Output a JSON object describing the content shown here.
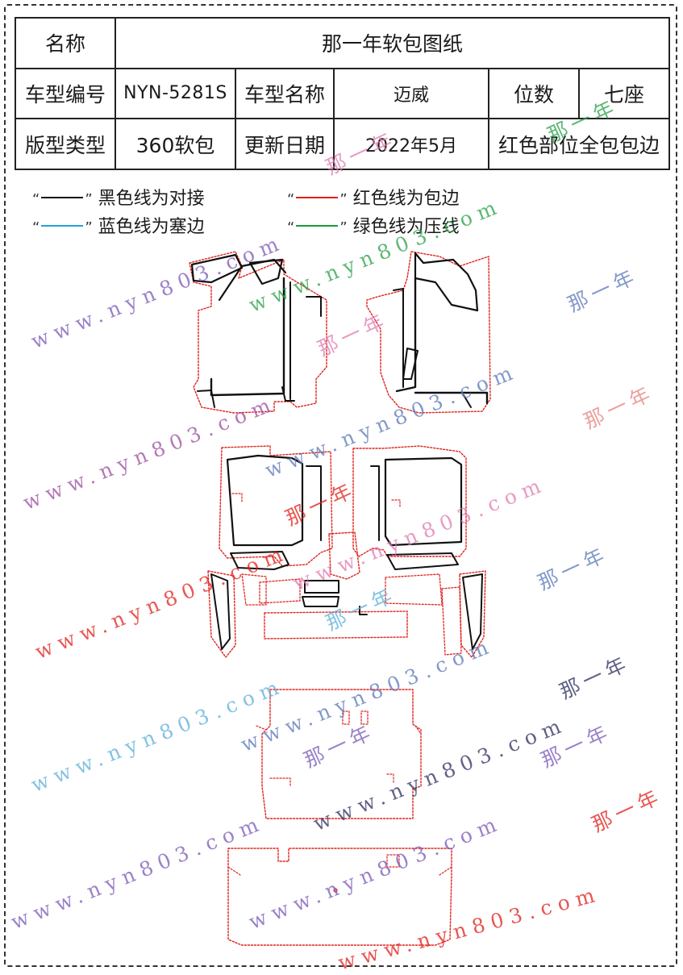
{
  "table": {
    "name_label": "名称",
    "title": "那一年软包图纸",
    "model_code_label": "车型编号",
    "model_code": "NYN-5281S",
    "model_name_label": "车型名称",
    "model_name": "迈威",
    "seats_label": "位数",
    "seats": "七座",
    "pattern_type_label": "版型类型",
    "pattern_type": "360软包",
    "update_date_label": "更新日期",
    "update_date": "2022年5月",
    "note": "红色部位全包包边"
  },
  "legend": {
    "quote_open": "“",
    "quote_close": "”",
    "black": {
      "text": "黑色线为对接",
      "color": "#111111"
    },
    "red": {
      "text": "红色线为包边",
      "color": "#e0201a"
    },
    "blue": {
      "text": "蓝色线为塞边",
      "color": "#1fa3dc"
    },
    "green": {
      "text": "绿色线为压线",
      "color": "#1a9a3a"
    }
  },
  "watermarks": {
    "url": "www.nyn803.com",
    "brand": "那一年"
  }
}
